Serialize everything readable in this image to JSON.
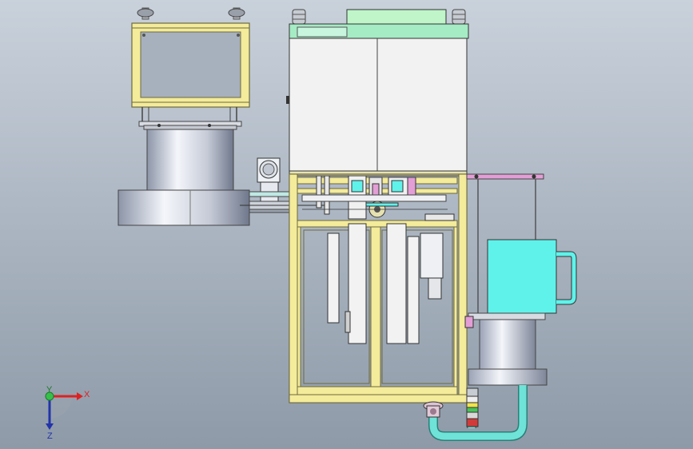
{
  "triad": {
    "x_label": "X",
    "y_label": "Y",
    "z_label": "Z"
  },
  "colors": {
    "frame_yellow": "#f4eb9b",
    "frame_stroke": "#6d6a3e",
    "cabinet": "#f2f2f2",
    "cyan": "#5ff2ea",
    "pink": "#e39ed6",
    "pipe_cyan": "#6fe3d8"
  }
}
